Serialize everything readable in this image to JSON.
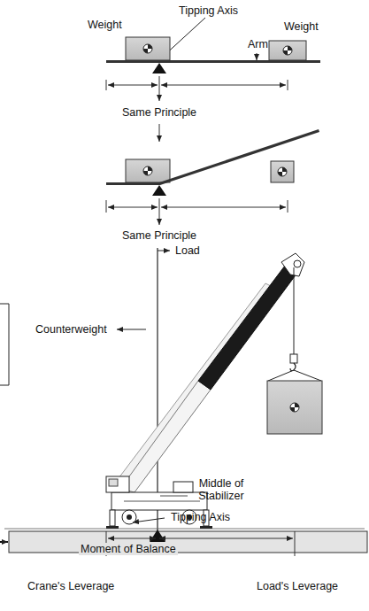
{
  "diagram": {
    "nodes": [
      {
        "text": [
          "Moment of Balance"
        ]
      }
    ],
    "labels": [
      "Tipping Axis",
      "Weight",
      "Arm",
      "Weight",
      "Same Principle",
      "Same Principle",
      "Load",
      "Counterweight",
      "Middle of Stabilizer",
      "Tipping Axis",
      "Crane's Leverage",
      "Load's Leverage"
    ]
  }
}
